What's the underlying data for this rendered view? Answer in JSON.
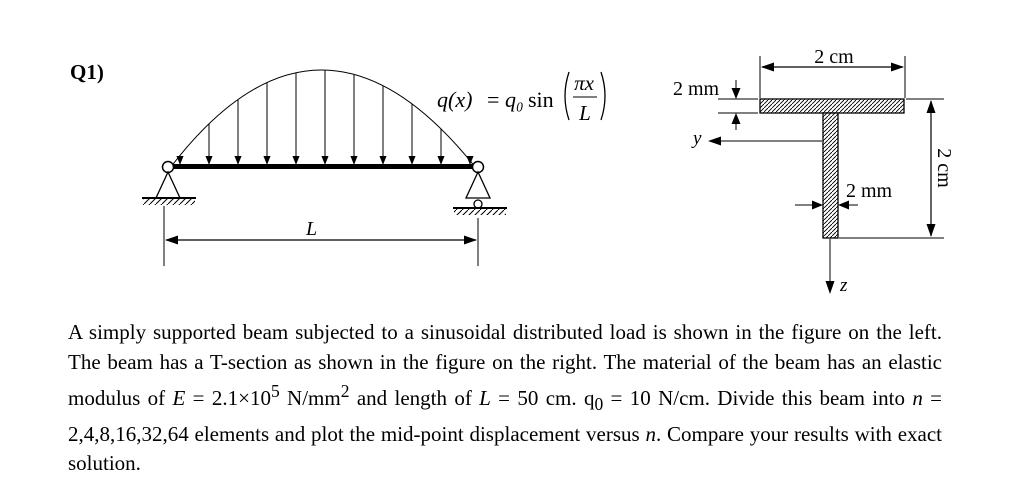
{
  "question": {
    "label": "Q1)"
  },
  "beam_figure": {
    "load_equation": {
      "lhs": "q(x)",
      "equals": "=",
      "q0": "q₀",
      "sin": "sin",
      "numerator": "πx",
      "denominator": "L"
    },
    "length_label": "L"
  },
  "section_figure": {
    "flange_width": "2 cm",
    "flange_thickness": "2 mm",
    "web_thickness": "2 mm",
    "total_height": "2 cm",
    "y_axis": "y",
    "z_axis": "z"
  },
  "problem": {
    "s1": "A simply supported beam subjected to a sinusoidal distributed load is shown in the figure on the left. The beam has a T-section as shown in the figure on the right. The material of the beam has an elastic modulus of ",
    "E_sym": "E",
    "E_val": " = 2.1×10",
    "E_exp": "5",
    "E_unit": " N/mm",
    "E_unit_exp": "2",
    "s2": " and length of ",
    "L_sym": "L",
    "L_val": " = 50 cm. q",
    "q_sub": "0",
    "q_val": " = 10 N/cm. Divide this beam into ",
    "n_sym": "n",
    "n_val": " = 2,4,8,16,32,64 elements and plot the mid-point displacement versus ",
    "n_sym2": "n",
    "s3": ". Compare your results with exact solution."
  }
}
